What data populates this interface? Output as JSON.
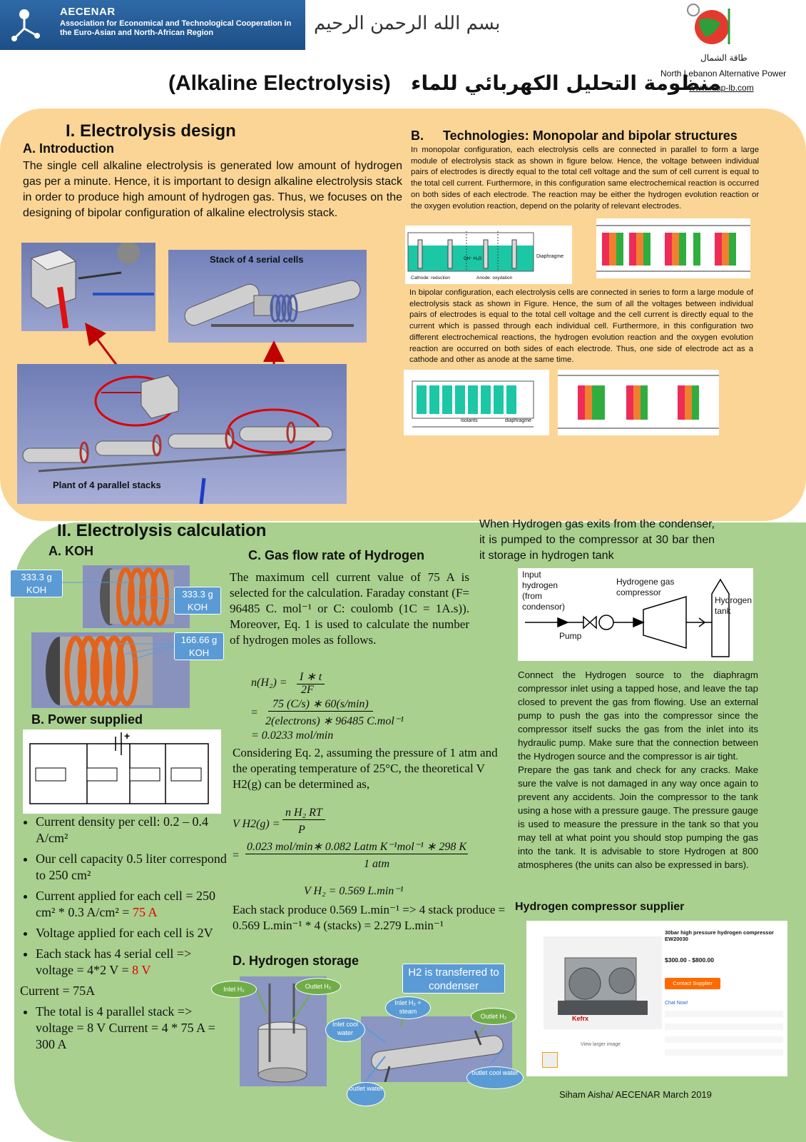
{
  "header": {
    "org_short": "AECENAR",
    "org_full": "Association for Economical and Technological Cooperation in the Euro-Asian and North-African Region",
    "basmala": "بسم الله الرحمن الرحيم",
    "partner_ar": "طاقة الشمال",
    "partner_en": "North Lebanon Alternative Power",
    "partner_url": "www.nlap-lb.com",
    "title_en": "(Alkaline Electrolysis)",
    "title_ar": "منظومة التحليل الكهربائي للماء"
  },
  "section1": {
    "heading": "I.  Electrolysis design",
    "intro_heading": "A. Introduction",
    "intro_text": "The single cell alkaline electrolysis is generated low amount of hydrogen gas per a minute. Hence, it is important to design alkaline electrolysis stack in order to produce high amount of hydrogen gas. Thus, we focuses on the designing of bipolar configuration of alkaline electrolysis stack.",
    "stack_label": "Stack of 4 serial cells",
    "plant_label": "Plant of 4 parallel stacks",
    "tech_heading_letter": "B.",
    "tech_heading": "Technologies: Monopolar and bipolar structures",
    "monopolar_text": "In monopolar configuration, each electrolysis cells are connected in parallel to form a large module of electrolysis stack as shown in figure below. Hence, the voltage between individual pairs of electrodes is directly equal to the total cell voltage and the sum of cell current is equal to the total cell current. Furthermore, in this configuration same electrochemical reaction is occurred on both sides of each electrode. The reaction may be either the hydrogen evolution reaction or the oxygen evolution reaction, depend on the polarity of relevant electrodes.",
    "bipolar_text": "In bipolar configuration, each electrolysis cells are connected in series to form a large module of electrolysis stack as shown in Figure. Hence, the sum of all the voltages between individual pairs of electrodes is equal to the total cell voltage and the cell current is directly equal to the current which is passed through each individual cell. Furthermore, in this configuration two different electrochemical reactions, the hydrogen evolution reaction and the oxygen evolution reaction are occurred on both sides of each electrode. Thus, one side of electrode act as a cathode and other as anode at the same time.",
    "diag_diaphragme": "Diaphragme",
    "diag_cathode": "Cathode: reduction",
    "diag_anode": "Anode: oxydation",
    "diag_isolants": "isolants",
    "diag_diaphragme2": "diaphragme"
  },
  "section2": {
    "heading": "II.  Electrolysis calculation",
    "koh_heading": "A. KOH",
    "koh_labels": [
      "333.3 g KOH",
      "333.3 g KOH",
      "166.66 g KOH"
    ],
    "power_heading": "B. Power supplied",
    "bullets": [
      "Current density per cell: 0.2 – 0.4 A/cm²",
      "Our cell capacity 0.5 liter correspond to 250 cm²"
    ],
    "current_applied_prefix": "Current applied for each cell = 250 cm² * 0.3 A/cm² = ",
    "current_applied_value": "75 A",
    "voltage_applied": "Voltage applied for each cell is 2V",
    "serial_prefix": "Each stack has 4 serial cell => voltage = 4*2 V = ",
    "serial_value": "8 V",
    "current_line": "Current = 75A",
    "parallel_text": "The total is 4 parallel stack => voltage = 8 V  Current = 4 * 75 A = 300 A",
    "gas_heading": "C. Gas flow rate of Hydrogen",
    "gas_text": "The maximum cell current value of 75 A is selected for the calculation. Faraday constant (F= 96485 C. mol⁻¹ or C: coulomb (1C = 1A.s)). Moreover, Eq. 1 is used to calculate the number of hydrogen moles as follows.",
    "eq1_lhs": "n(H₂) =",
    "eq1_num": "I ∗ t",
    "eq1_den": "2F",
    "eq1_num2": "75 (C/s) ∗ 60(s/min)",
    "eq1_den2": "2(electrons) ∗ 96485 C.mol⁻¹",
    "eq1_result": "= 0.0233 mol/min",
    "eq2_intro": "Considering Eq. 2, assuming the pressure of 1 atm and the operating temperature of 25°C, the theoretical V H2(g) can be determined as,",
    "eq2_lhs": "V H2(g) =",
    "eq2_num": "n H₂ RT",
    "eq2_den": "P",
    "eq2_num2": "0.023 mol/min∗ 0.082 Latm K⁻¹mol⁻¹ ∗ 298 K",
    "eq2_den2": "1 atm",
    "eq2_result": "V H₂ = 0.569 L.min⁻¹",
    "stack_prod": "Each stack produce 0.569 L.min⁻¹ => 4 stack produce = 0.569 L.min⁻¹ * 4 (stacks) = 2.279 L.min⁻¹",
    "storage_heading": "D. Hydrogen storage",
    "storage_callout": "H2 is transferred to condenser",
    "storage_ovals": [
      "Inlet H₂",
      "Outlet H₂",
      "Inlet H₂ + steam",
      "Outlet H₂",
      "Inlet cool water",
      "outlet water",
      "outlet cool water"
    ],
    "compressor_intro": "When Hydrogen gas exits from the condenser, it is pumped to the compressor at 30 bar then it storage in hydrogen tank",
    "compressor_diag": {
      "input": "Input hydrogen (from condensor)",
      "compressor": "Hydrogene gas compressor",
      "tank": "Hydrogen tank",
      "pump": "Pump"
    },
    "compressor_text": "Connect the Hydrogen source to the diaphragm compressor inlet using a tapped hose, and leave the tap closed to prevent the gas from flowing. Use an external pump to push the gas into the compressor since the compressor itself sucks the gas from the inlet into its hydraulic pump. Make sure that the connection between the Hydrogen source and the compressor is air tight.\nPrepare the gas tank and check for any cracks. Make sure the valve is not damaged in any way once again to prevent any accidents. Join the compressor to the tank using a hose with a pressure gauge. The pressure gauge is used to measure the pressure in the tank so that you may tell at what point you should stop pumping the gas into the tank. It is advisable to store Hydrogen at 800 atmospheres (the units can also be expressed in bars).",
    "supplier_heading": "Hydrogen compressor supplier",
    "supplier": {
      "title": "30bar high pressure hydrogen compressor EW20030",
      "price": "$300.00 - $800.00",
      "contact": "Contact Supplier",
      "chat": "Chat Now!",
      "view": "View larger image",
      "brand": "Kefrx"
    },
    "footer": "Siham Aisha/ AECENAR March 2019"
  },
  "colors": {
    "panel1": "#fbd595",
    "panel2": "#a9d08e",
    "label_blue": "#5b9bd5",
    "oval_green": "#70ad47",
    "red": "#e00000"
  }
}
